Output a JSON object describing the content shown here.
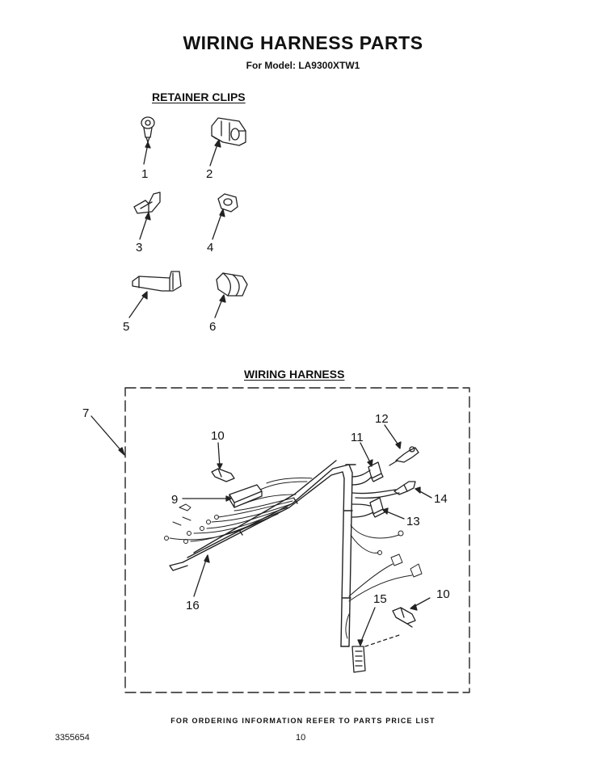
{
  "header": {
    "title": "WIRING HARNESS PARTS",
    "subtitle": "For Model: LA9300XTW1"
  },
  "sections": {
    "retainer_clips": "RETAINER CLIPS",
    "wiring_harness": "WIRING HARNESS"
  },
  "callouts": {
    "c1": "1",
    "c2": "2",
    "c3": "3",
    "c4": "4",
    "c5": "5",
    "c6": "6",
    "c7": "7",
    "c9": "9",
    "c10a": "10",
    "c10b": "10",
    "c11": "11",
    "c12": "12",
    "c13": "13",
    "c14": "14",
    "c15": "15",
    "c16": "16"
  },
  "footer": {
    "note": "FOR ORDERING INFORMATION REFER TO PARTS PRICE LIST",
    "doc_number": "3355654",
    "page_number": "10"
  }
}
